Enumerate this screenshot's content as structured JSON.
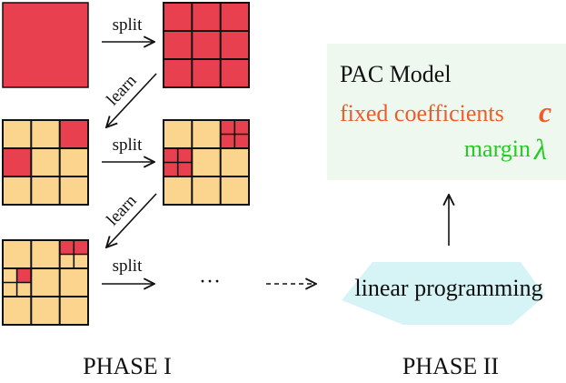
{
  "colors": {
    "hot": "#e8404f",
    "cool": "#fbd58e",
    "grid": "#111111",
    "pac_bg": "#eef8ee",
    "lp_shape": "#d6f3f5",
    "orange_text": "#f05a28",
    "green_text": "#22cc22",
    "text": "#111111"
  },
  "labels": {
    "split": "split",
    "learn": "learn",
    "ellipsis": "···",
    "linear_programming": "linear programming",
    "phase1": "PHASE I",
    "phase2": "PHASE II"
  },
  "pac": {
    "title": "PAC Model",
    "coefficients_label": "fixed coefficients",
    "coefficients_symbol": "c",
    "margin_label": "margin",
    "margin_symbol": "λ"
  }
}
